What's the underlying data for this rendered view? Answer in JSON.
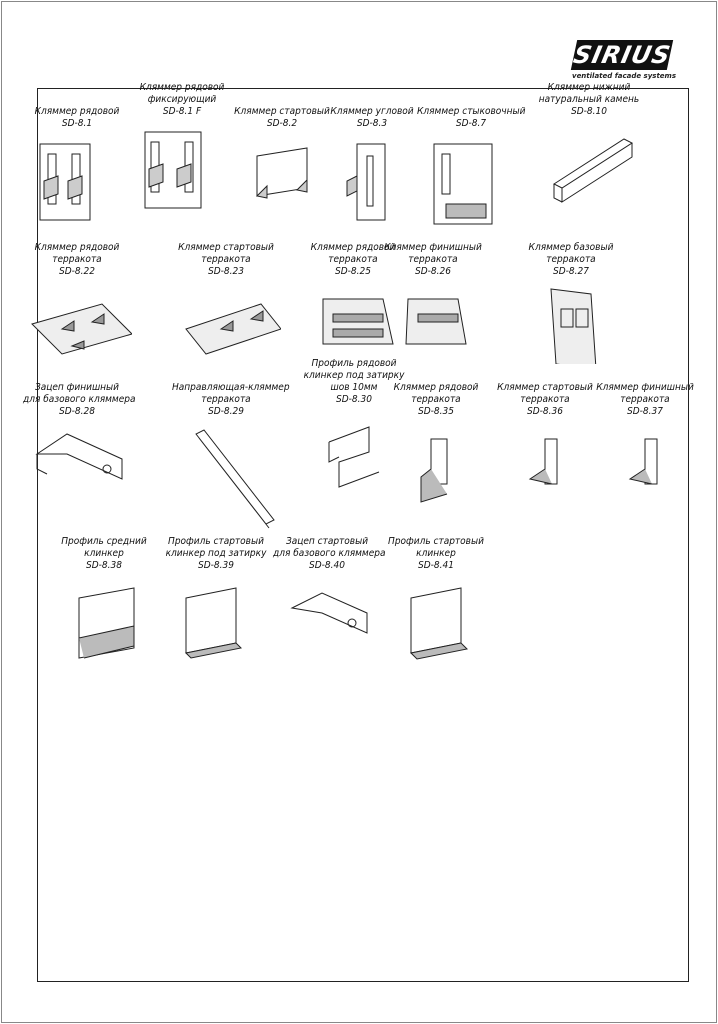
{
  "logo": {
    "name": "SIRIUS",
    "tagline": "ventilated facade systems"
  },
  "items": [
    {
      "lines": [
        "",
        "Кляммер рядовой",
        "SD-8.1"
      ]
    },
    {
      "lines": [
        "Кляммер рядовой",
        "фиксирующий",
        "SD-8.1 F"
      ]
    },
    {
      "lines": [
        "",
        "Кляммер стартовый",
        "SD-8.2"
      ]
    },
    {
      "lines": [
        "",
        "Кляммер угловой",
        "SD-8.3"
      ]
    },
    {
      "lines": [
        "",
        "Кляммер стыковочный",
        "SD-8.7"
      ]
    },
    {
      "lines": [
        "Кляммер нижний",
        "натуральный камень",
        "SD-8.10"
      ]
    },
    {
      "lines": [
        "Кляммер рядовой",
        "терракота",
        "SD-8.22"
      ]
    },
    {
      "lines": [
        "Кляммер стартовый",
        "терракота",
        "SD-8.23"
      ]
    },
    {
      "lines": [
        "Кляммер рядовой",
        "терракота",
        "SD-8.25"
      ]
    },
    {
      "lines": [
        "Кляммер финишный",
        "терракота",
        "SD-8.26"
      ]
    },
    {
      "lines": [
        "Кляммер базовый",
        "терракота",
        "SD-8.27"
      ]
    },
    {
      "lines": [
        "",
        "Зацеп финишный",
        "для базового кляммера",
        "SD-8.28"
      ]
    },
    {
      "lines": [
        "",
        "Направляющая-кляммер",
        "терракота",
        "SD-8.29"
      ]
    },
    {
      "lines": [
        "Профиль рядовой",
        "клинкер под затирку",
        "шов 10мм",
        "SD-8.30"
      ]
    },
    {
      "lines": [
        "",
        "Кляммер рядовой",
        "терракота",
        "SD-8.35"
      ]
    },
    {
      "lines": [
        "",
        "Кляммер стартовый",
        "терракота",
        "SD-8.36"
      ]
    },
    {
      "lines": [
        "",
        "Кляммер финишный",
        "терракота",
        "SD-8.37"
      ]
    },
    {
      "lines": [
        "Профиль средний",
        "клинкер",
        "SD-8.38"
      ]
    },
    {
      "lines": [
        "Профиль стартовый",
        "клинкер под затирку",
        "SD-8.39"
      ]
    },
    {
      "lines": [
        "Зацеп стартовый",
        "для базового кляммера",
        "SD-8.40"
      ]
    },
    {
      "lines": [
        "Профиль стартовый",
        "клинкер",
        "SD-8.41"
      ]
    }
  ]
}
